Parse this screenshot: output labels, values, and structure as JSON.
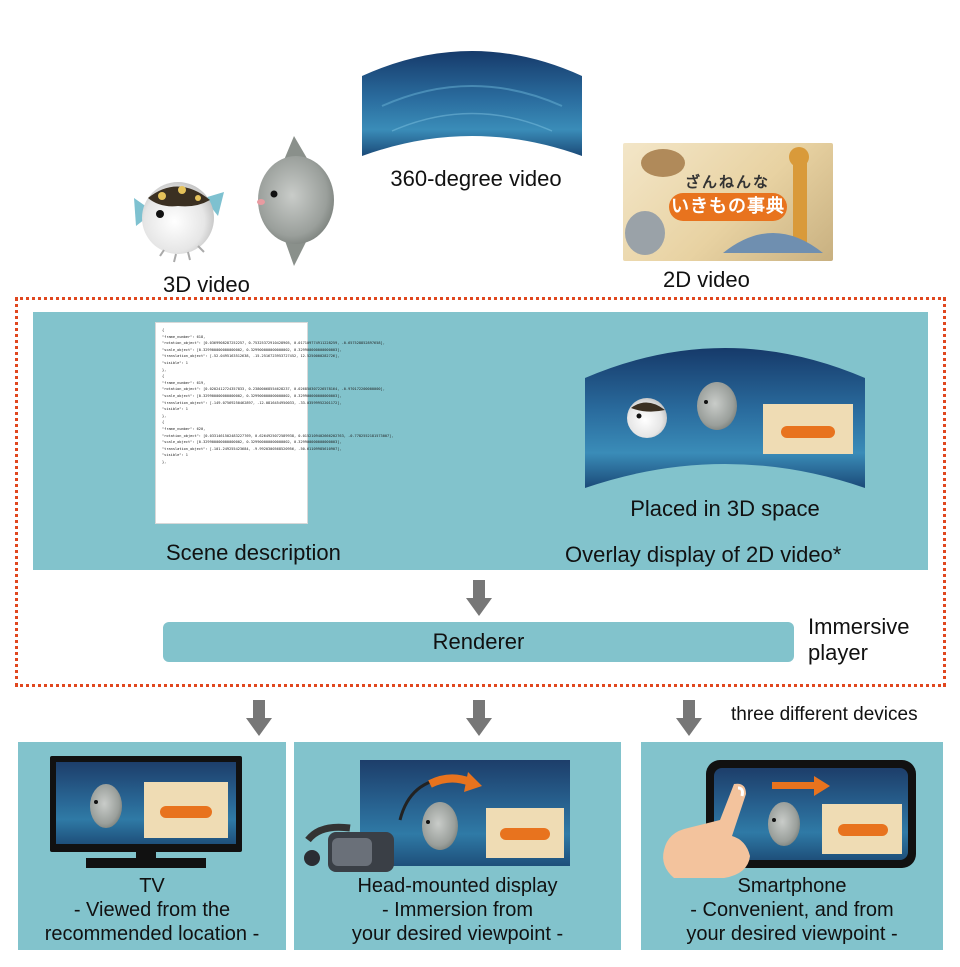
{
  "top": {
    "video_3d_label": "3D video",
    "video_360_label": "360-degree video",
    "video_2d_label": "2D video",
    "poster_title_line1": "ざんねんな",
    "poster_title_line2": "いきもの事典"
  },
  "player": {
    "scene_description_label": "Scene description",
    "placed_label": "Placed in 3D space",
    "overlay_label": "Overlay display of 2D video*",
    "renderer_label": "Renderer",
    "player_label_line1": "Immersive",
    "player_label_line2": "player",
    "doc_text_lines": [
      "{",
      "\"frame_number\": 618,",
      "\"rotation_object\": [0.0369908287252257, 0.75325372910428905, 0.017109774911228259, -0.657528852897658],",
      "\"scale_object\": [0.329900000000000002, 0.329900000000000002, 0.329900000000000003],",
      "\"translation_object\": [-52.0495163512638, -15.2516723953727452, 12.5250000282726],",
      "\"visible\": 1",
      "},",
      "{",
      "\"frame_number\": 619,",
      "\"rotation_object\": [0.0202412724357833, 0.23800068554628237, 0.026850307226578164, -0.970172200000000],",
      "\"scale_object\": [0.329900000000000002, 0.329900000000000002, 0.329900000000000003],",
      "\"translation_object\": [-149.07569250462897, -12.0816454950033, -33.03599952201172],",
      "\"visible\": 1",
      "},",
      "{",
      "\"frame_number\": 620,",
      "\"rotation_object\": [0.0331461502483227769, 0.6264925072589938, 0.0152109402666202763, -0.7782552181573007],",
      "\"scale_object\": [0.329900000000000002, 0.329900000000000002, 0.329900000000000003],",
      "\"translation_object\": [-101.249255423684, -9.9920300568520956, -50.61109985610907],",
      "\"visible\": 1",
      "},"
    ]
  },
  "devices": {
    "three_devices_label": "three different devices",
    "tv": {
      "line1": "TV",
      "line2": "- Viewed from the",
      "line3": "recommended location -"
    },
    "hmd": {
      "line1": "Head-mounted display",
      "line2": "- Immersion from",
      "line3": "your desired viewpoint -"
    },
    "phone": {
      "line1": "Smartphone",
      "line2": "- Convenient, and from",
      "line3": "your desired viewpoint -"
    }
  },
  "colors": {
    "panel": "#82c3cc",
    "dotted_border": "#e0471f",
    "arrow": "#777777",
    "accent_orange": "#e8731e"
  }
}
